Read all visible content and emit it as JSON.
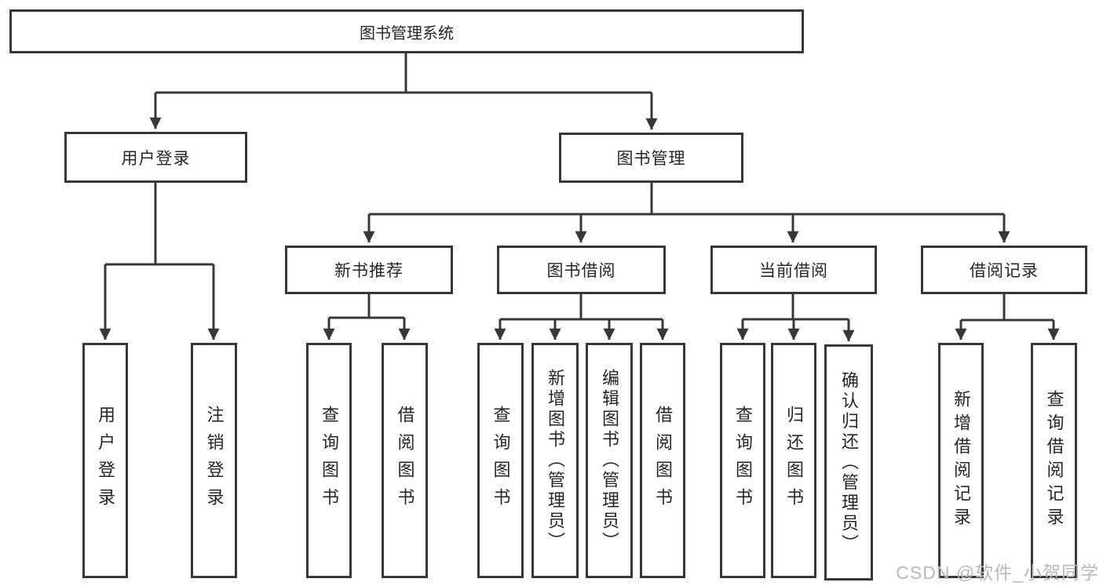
{
  "tree": {
    "root": "图书管理系统",
    "branches": [
      {
        "label": "用户登录",
        "children": [
          "用户登录",
          "注销登录"
        ]
      },
      {
        "label": "图书管理",
        "sections": [
          {
            "label": "新书推荐",
            "children": [
              "查询图书",
              "借阅图书"
            ]
          },
          {
            "label": "图书借阅",
            "children": [
              "查询图书",
              "新增图书（管理员）",
              "编辑图书（管理员）",
              "借阅图书"
            ]
          },
          {
            "label": "当前借阅",
            "children": [
              "查询图书",
              "归还图书",
              "确认归还（管理员）"
            ]
          },
          {
            "label": "借阅记录",
            "children": [
              "新增借阅记录",
              "查询借阅记录"
            ]
          }
        ]
      }
    ]
  },
  "watermark": "CSDN @软件_小贺同学",
  "colors": {
    "line": "#383838",
    "text": "#262626",
    "background": "#ffffff",
    "watermark": "#b9b9b9"
  }
}
